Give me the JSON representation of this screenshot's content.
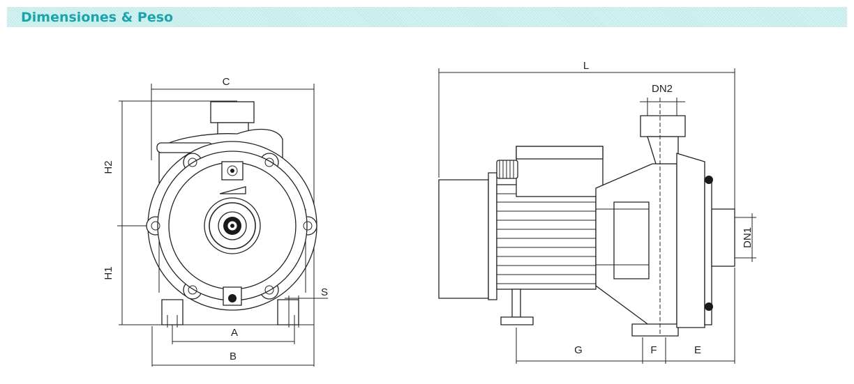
{
  "header": {
    "title": "Dimensiones & Peso",
    "background": "#c4ecec",
    "text_color": "#1aa5ac"
  },
  "front_view": {
    "labels": {
      "C": "C",
      "H2": "H2",
      "H1": "H1",
      "S": "S",
      "A": "A",
      "B": "B"
    }
  },
  "side_view": {
    "labels": {
      "L": "L",
      "DN2": "DN2",
      "DN1": "DN1",
      "G": "G",
      "F": "F",
      "E": "E"
    }
  }
}
